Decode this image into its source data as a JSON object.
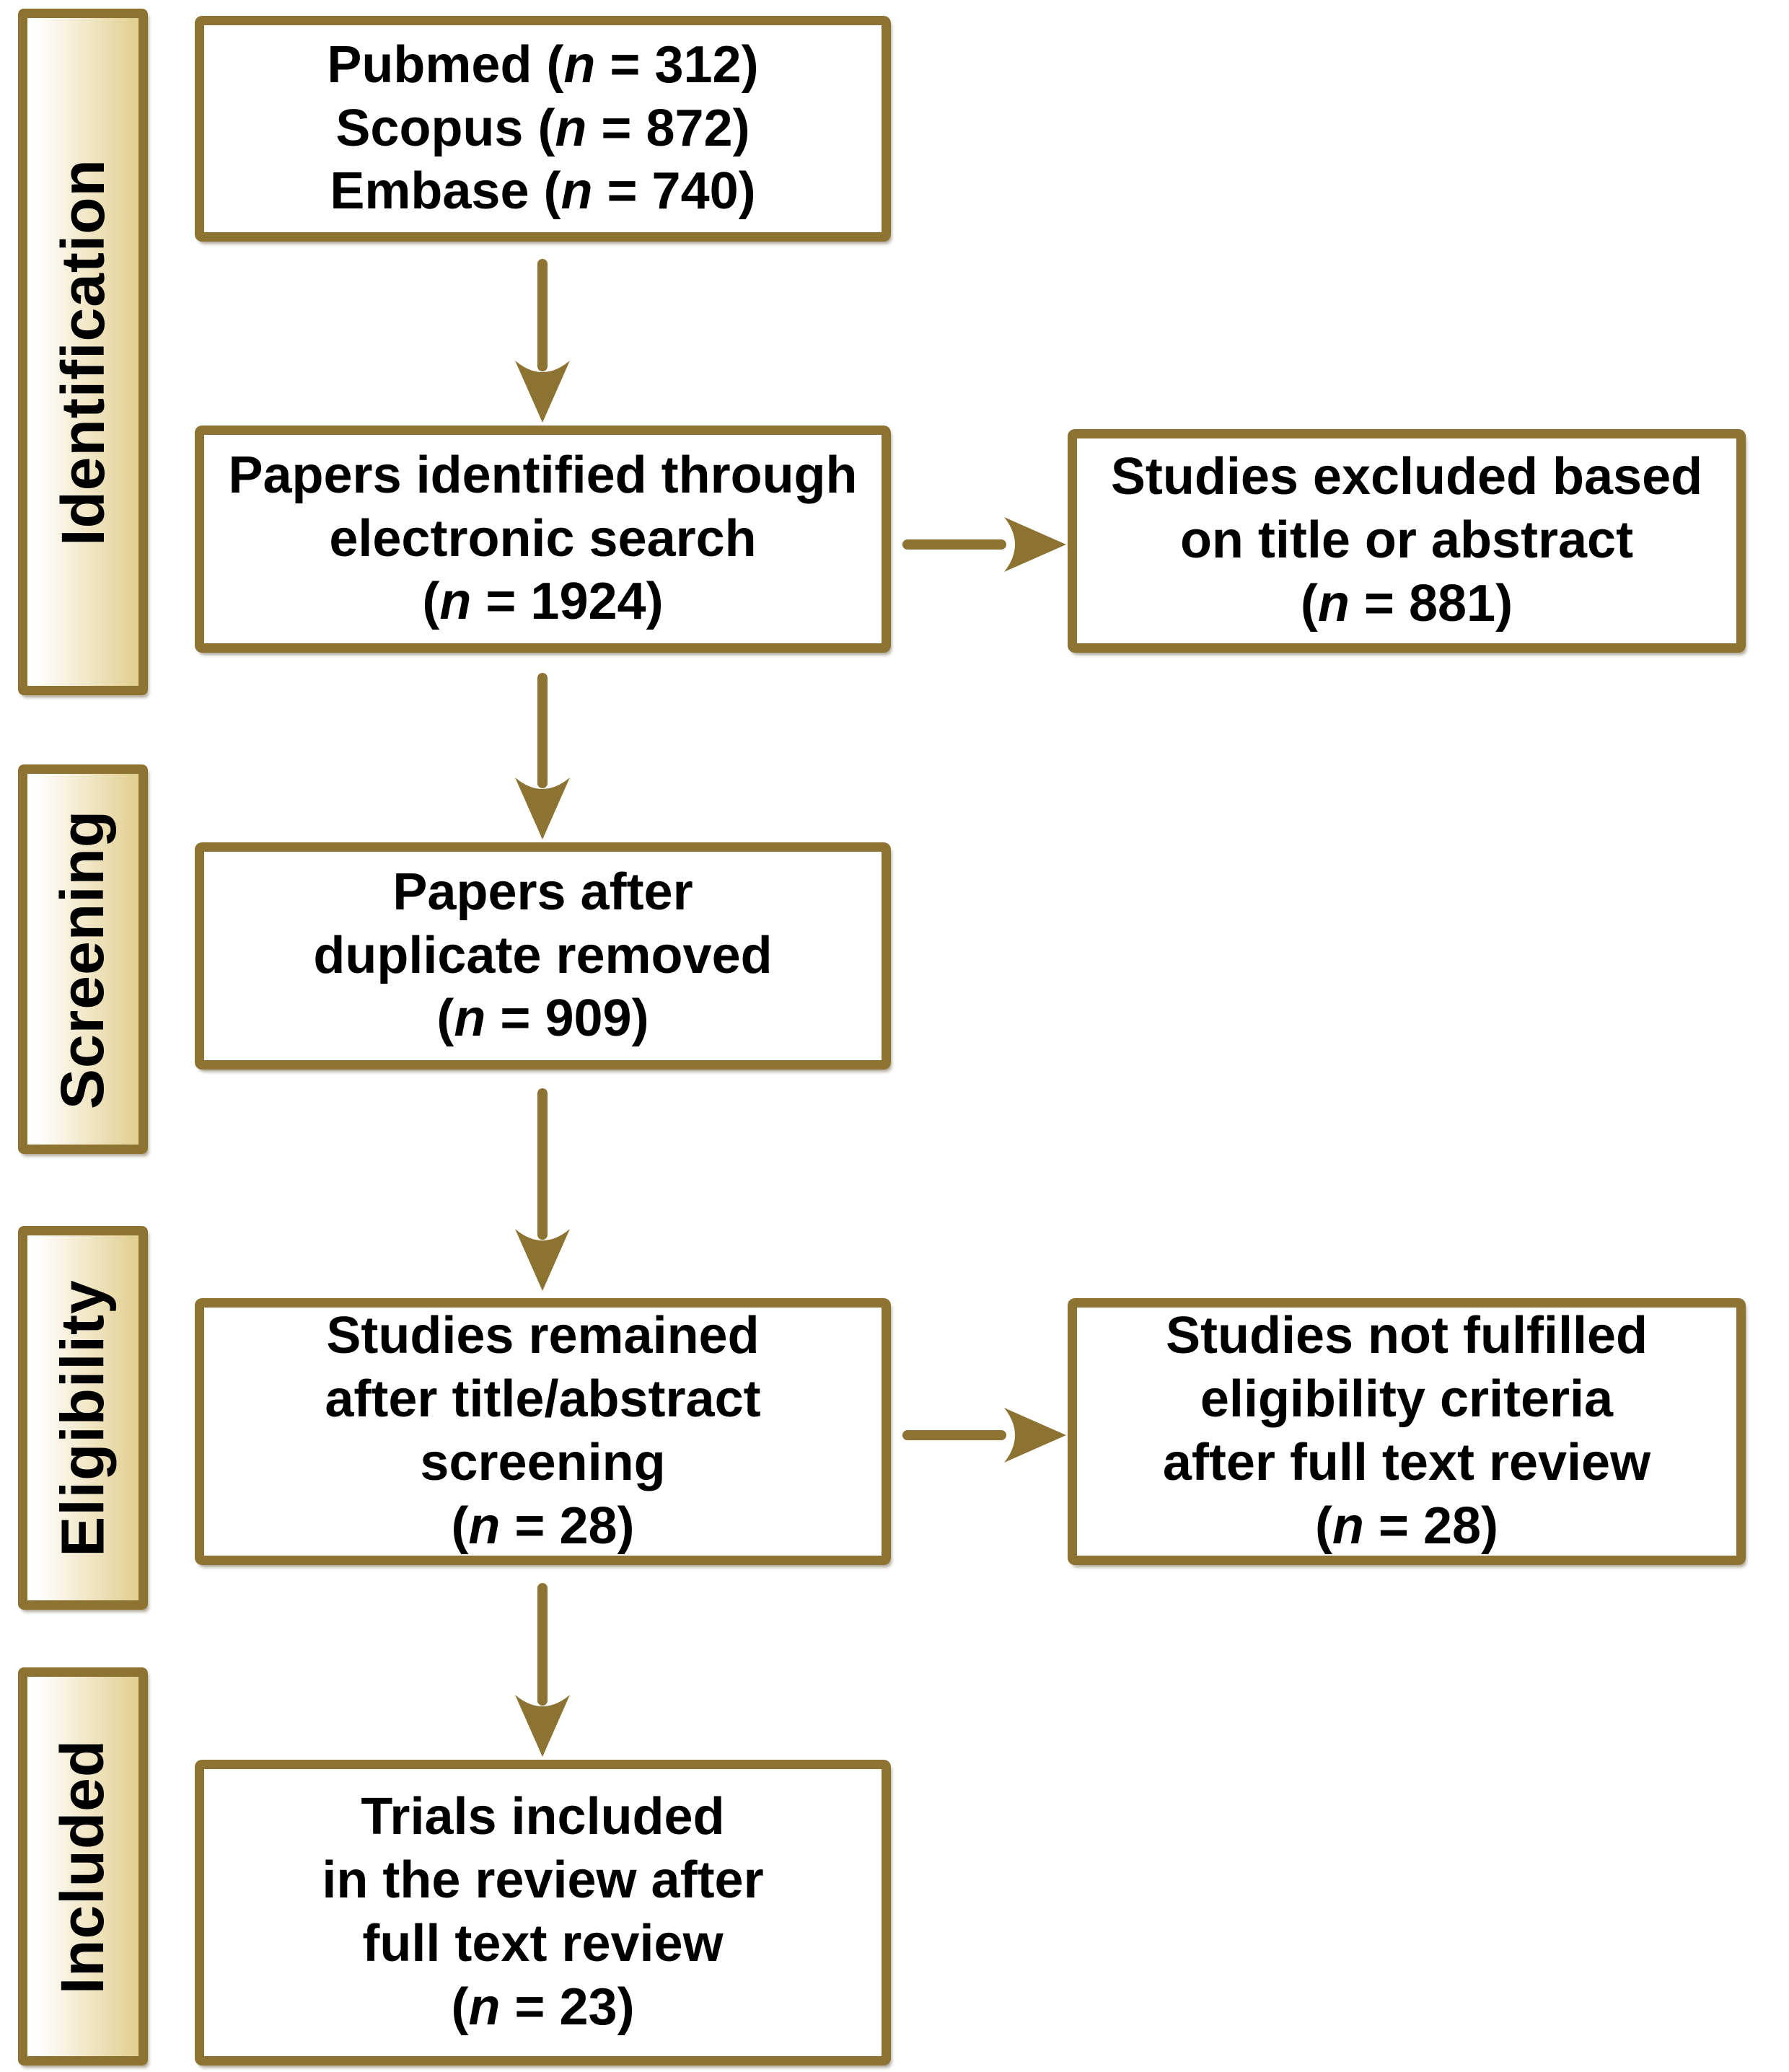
{
  "palette": {
    "border_gold": "#8C7332",
    "sidebar_tan": "#E2D092",
    "text_black": "#000000",
    "background_white": "#FFFFFF"
  },
  "icons": {
    "down_arrow": "↓",
    "right_arrow": "→"
  },
  "sidebar": {
    "stages": [
      {
        "id": "identification",
        "label": "Identification"
      },
      {
        "id": "screening",
        "label": "Screening"
      },
      {
        "id": "eligibility",
        "label": "Eligibility"
      },
      {
        "id": "included",
        "label": "Included"
      }
    ]
  },
  "flow": {
    "boxes": {
      "sources": {
        "lines": [
          "Pubmed (n = 312)",
          "Scopus (n = 872)",
          "Embase (n = 740)"
        ]
      },
      "identified": {
        "lines": [
          "Papers identified through",
          "electronic search",
          "(n = 1924)"
        ]
      },
      "excluded_title_abstract": {
        "lines": [
          "Studies excluded based",
          "on title or abstract",
          "(n = 881)"
        ]
      },
      "deduplicated": {
        "lines": [
          "Papers after",
          "duplicate removed",
          "(n = 909)"
        ]
      },
      "screened": {
        "lines": [
          "Studies remained",
          "after title/abstract",
          "screening",
          "(n = 28)"
        ]
      },
      "excluded_full_text": {
        "lines": [
          "Studies not fulfilled",
          "eligibility criteria",
          "after full text review",
          "(n = 28)"
        ]
      },
      "included_trials": {
        "lines": [
          "Trials included",
          "in the review after",
          "full text review",
          "(n = 23)"
        ]
      }
    }
  }
}
